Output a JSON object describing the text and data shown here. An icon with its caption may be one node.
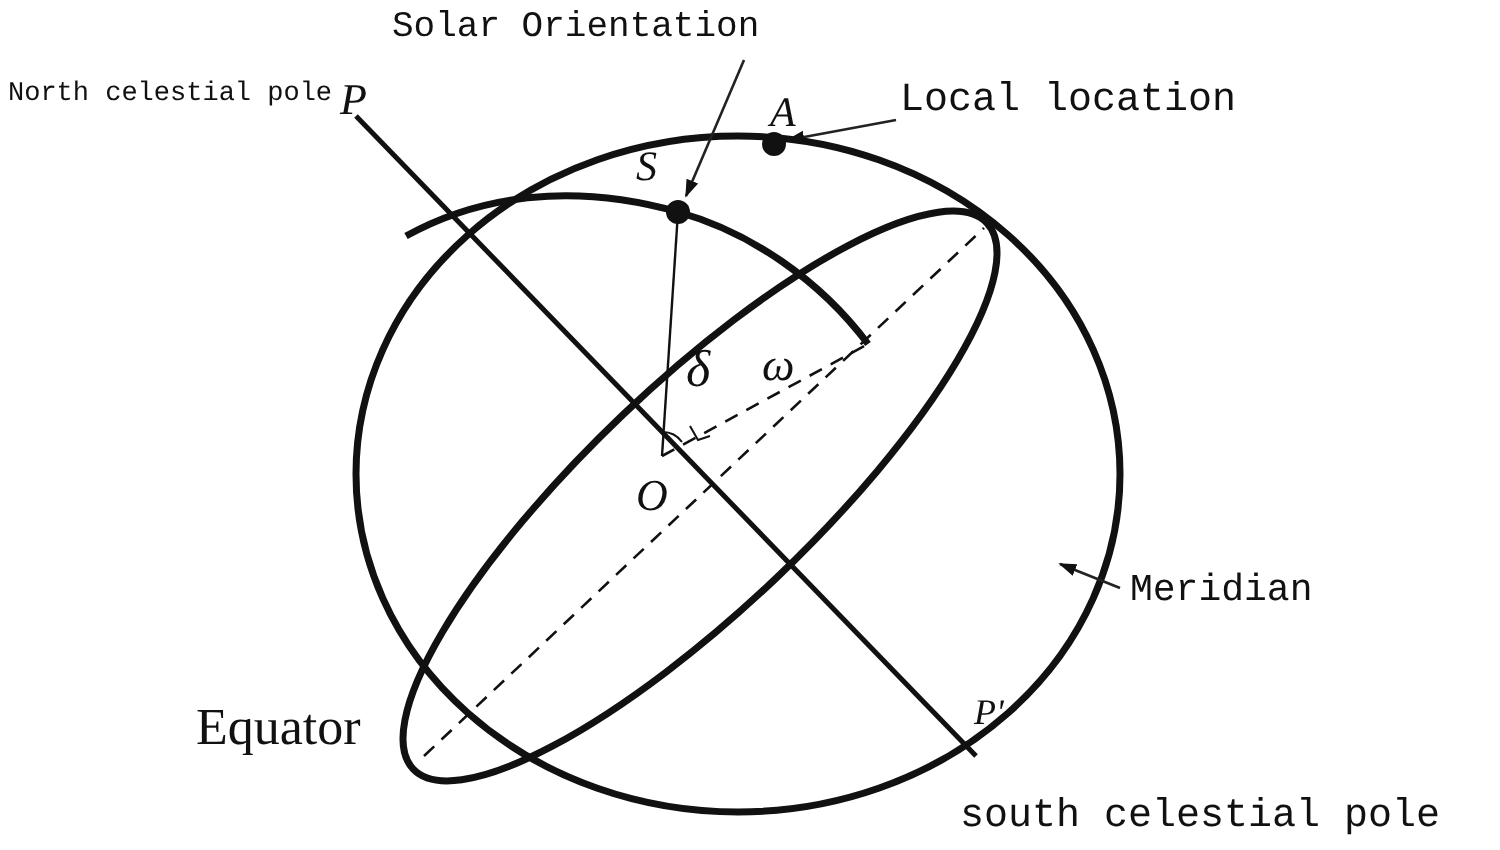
{
  "diagram": {
    "nodes": [
      {
        "text": [
          "Solar Orientation"
        ]
      },
      {
        "text": [],
        "shape": "circle"
      },
      {
        "text": [
          "Local location"
        ]
      },
      {
        "text": [],
        "shape": "circle"
      },
      {
        "text": [
          "Meridian"
        ]
      }
    ],
    "edges": [
      {
        "from": 0,
        "to": 1,
        "arrow": "to"
      },
      {
        "from": 2,
        "to": 3,
        "arrow": "to"
      },
      {
        "from": 4,
        "to": null,
        "arrow": "to"
      }
    ],
    "labels": [
      "North celestial pole",
      "P",
      "S",
      "A",
      "δ",
      "ω",
      "O",
      "Equator",
      "P'",
      "south celestial pole"
    ]
  }
}
